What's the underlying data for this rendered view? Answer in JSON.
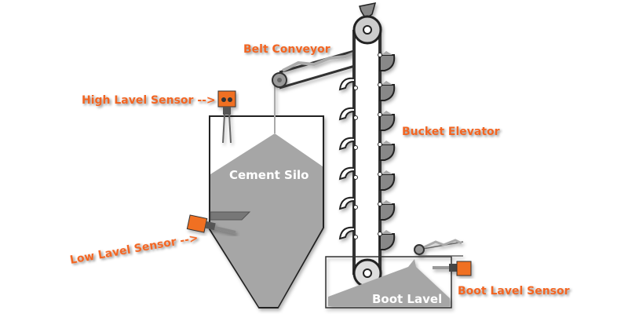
{
  "labels": {
    "belt_conveyor": "Belt Conveyor",
    "high_level_sensor": "High Lavel Sensor -->",
    "bucket_elevator": "Bucket Elevator",
    "cement_silo": "Cement Silo",
    "low_level_sensor": "Low Lavel Sensor -->",
    "boot_level": "Boot Lavel",
    "boot_level_sensor": "Boot Lavel Sensor"
  },
  "colors": {
    "label": "#f26522",
    "sensor": "#f07020",
    "material": "#a6a6a6",
    "outline": "#222222"
  }
}
